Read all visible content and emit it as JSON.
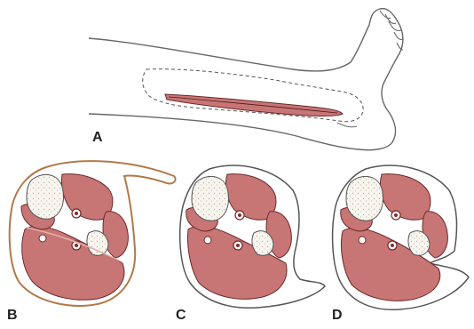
{
  "figure": {
    "panel_labels": {
      "a": "A",
      "b": "B",
      "c": "C",
      "d": "D"
    }
  },
  "colors": {
    "muscle": "#c87575",
    "muscle_light": "#e2b1aa",
    "muscle_line": "#6b2a2a",
    "outline": "#555555",
    "bone": "#f4f1ea",
    "skin_b": "#b07a4a"
  }
}
